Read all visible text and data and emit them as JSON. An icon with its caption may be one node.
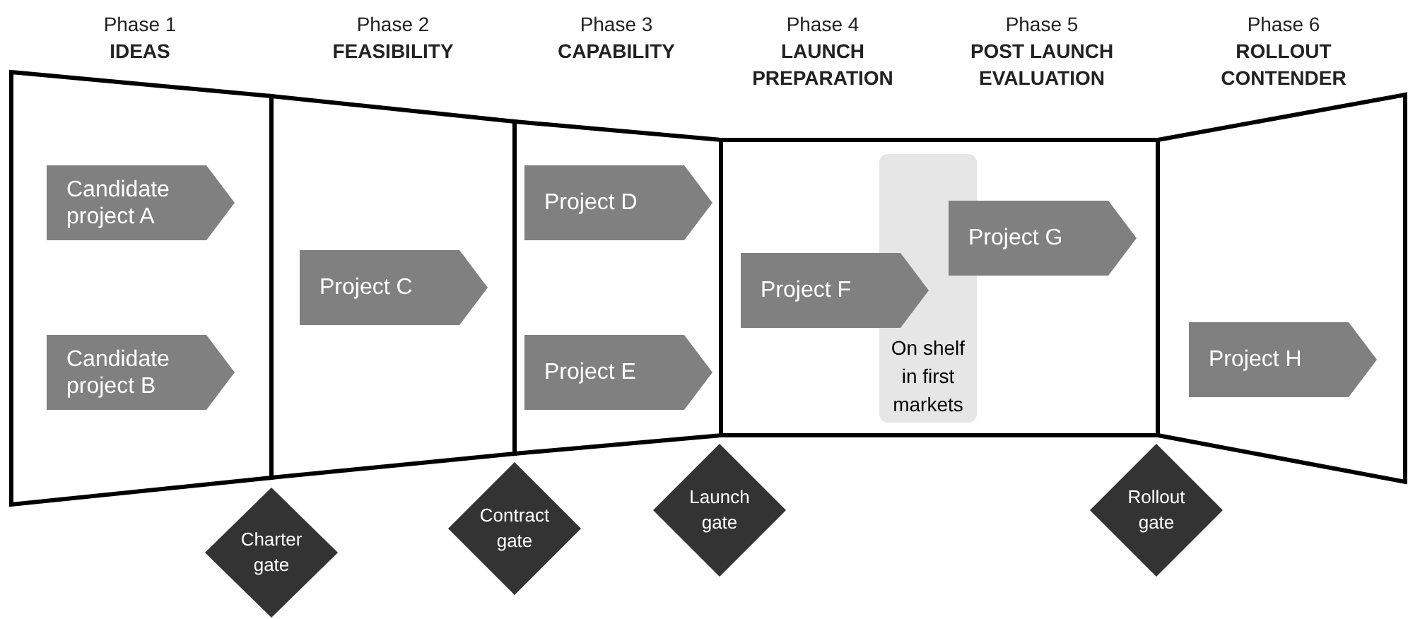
{
  "diagram": {
    "nodes": [
      {
        "text": [
          "Candidate project A"
        ]
      },
      {
        "text": [
          "Candidate project B"
        ]
      },
      {
        "text": [
          "Project C"
        ]
      },
      {
        "text": [
          "Project D"
        ]
      },
      {
        "text": [
          "Project E"
        ]
      },
      {
        "text": [
          "On shelf in first markets"
        ]
      },
      {
        "text": [
          "Project F"
        ]
      },
      {
        "text": [
          "Project G"
        ]
      },
      {
        "text": [
          "Project H"
        ]
      },
      {
        "text": [
          "Charter gate"
        ]
      },
      {
        "text": [
          "Contract gate"
        ]
      },
      {
        "text": [
          "Launch gate"
        ]
      },
      {
        "text": [
          "Rollout gate"
        ]
      }
    ],
    "edges": [],
    "labels": [
      "Phase 1",
      "IDEAS",
      "Phase 2",
      "FEASIBILITY",
      "Phase 3",
      "CAPABILITY",
      "Phase 4",
      "LAUNCH PREPARATION",
      "Phase 5",
      "POST LAUNCH EVALUATION",
      "Phase 6",
      "ROLLOUT CONTENDER"
    ]
  }
}
